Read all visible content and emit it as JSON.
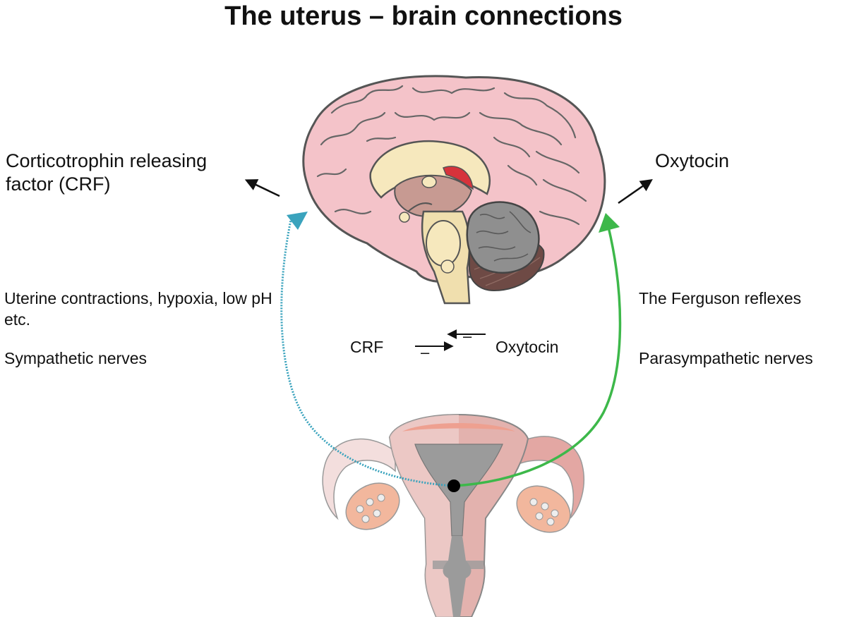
{
  "title": "The uterus – brain connections",
  "left": {
    "hormone": "Corticotrophin releasing factor (CRF)",
    "stimulus": "Uterine contractions, hypoxia, low pH etc.",
    "pathway": "Sympathetic nerves"
  },
  "right": {
    "hormone": "Oxytocin",
    "stimulus": "The Ferguson reflexes",
    "pathway": "Parasympathetic nerves"
  },
  "center": {
    "left_term": "CRF",
    "right_term": "Oxytocin",
    "sign_top": "–",
    "sign_bottom": "–"
  },
  "colors": {
    "sympathetic_arrow": "#3aa3bd",
    "parasympathetic_arrow": "#3db84a",
    "brain_cortex": "#f4c3c9",
    "cerebellum": "#8f8f8f",
    "uterus": "#e3a7a3"
  }
}
